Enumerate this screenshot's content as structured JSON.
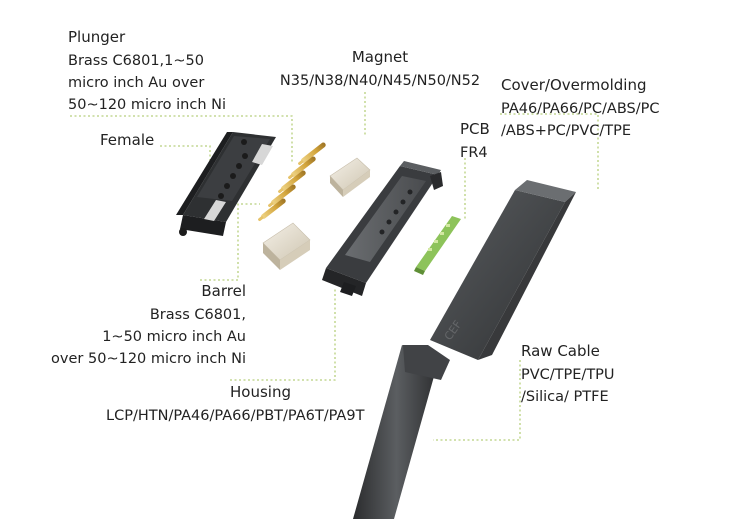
{
  "labels": {
    "plunger": {
      "title": "Plunger",
      "lines": [
        "Brass C6801,1~50",
        "micro inch Au over",
        "50~120 micro inch Ni"
      ]
    },
    "magnet": {
      "title": "Magnet",
      "lines": [
        "N35/N38/N40/N45/N50/N52"
      ]
    },
    "cover": {
      "title": "Cover/Overmolding",
      "lines": [
        "PA46/PA66/PC/ABS/PC",
        "/ABS+PC/PVC/TPE"
      ]
    },
    "female": {
      "title": "Female"
    },
    "pcb": {
      "title": "PCB",
      "lines": [
        "FR4"
      ]
    },
    "barrel": {
      "title": "Barrel",
      "lines": [
        "Brass C6801,",
        "1~50 micro inch Au",
        "over 50~120 micro inch Ni"
      ]
    },
    "raw_cable": {
      "title": "Raw Cable",
      "lines": [
        "PVC/TPE/TPU",
        "/Silica/ PTFE"
      ]
    },
    "housing": {
      "title": "Housing",
      "lines": [
        "LCP/HTN/PA46/PA66/PBT/PA6T/PA9T"
      ]
    }
  },
  "colors": {
    "leader": "#b7cf7d",
    "text": "#222222",
    "plastic": "#454749",
    "pcb": "#8dc35a",
    "brass": "#d3a53c",
    "magnet": "#e3dbc9"
  }
}
